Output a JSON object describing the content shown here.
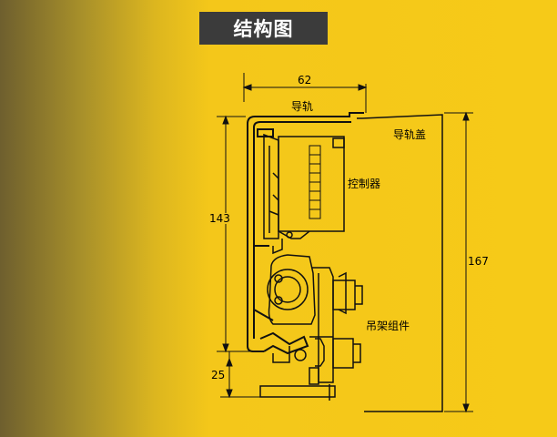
{
  "title": "结构图",
  "labels": {
    "rail": "导轨",
    "rail_cover": "导轨盖",
    "controller": "控制器",
    "hanger": "吊架组件"
  },
  "dimensions": {
    "width": "62",
    "height_main": "143",
    "height_total": "167",
    "height_bottom": "25"
  }
}
